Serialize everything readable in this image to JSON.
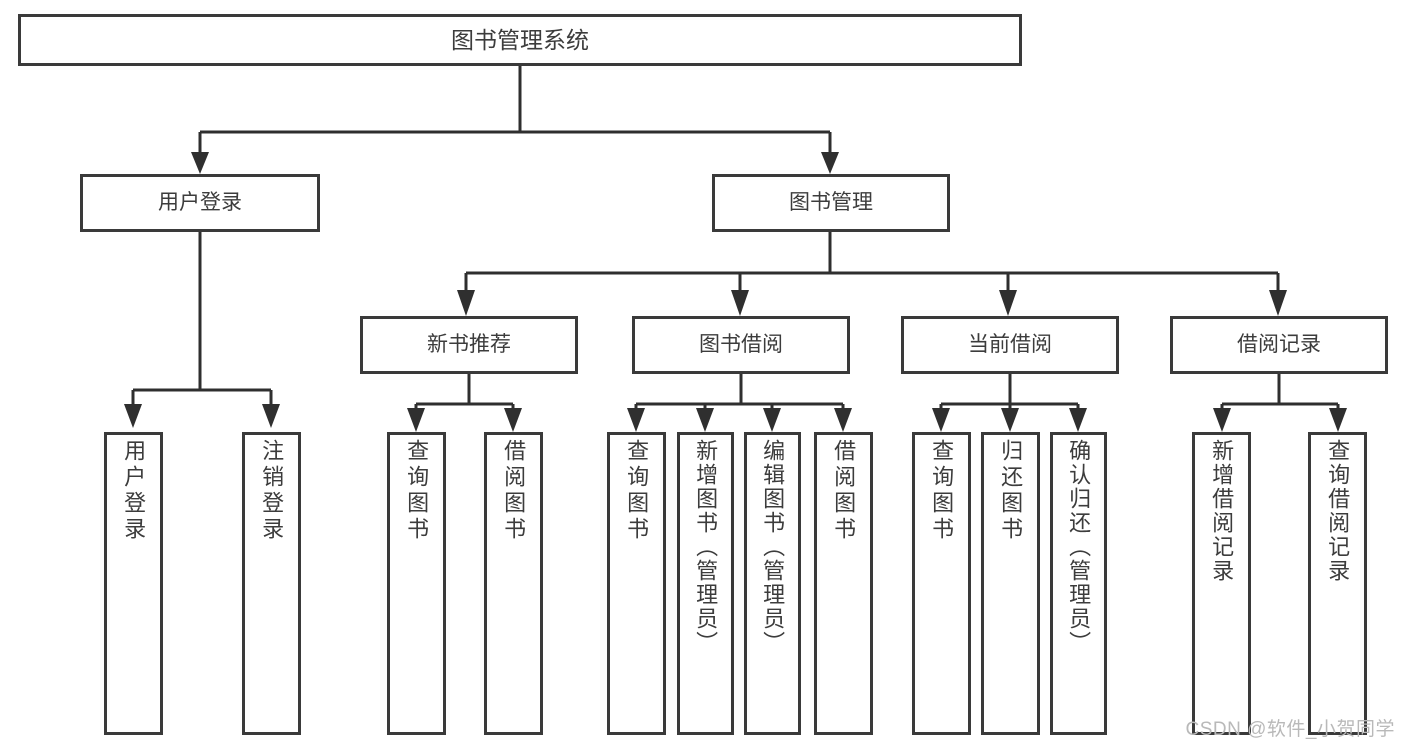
{
  "title": "图书管理系统",
  "diagram": {
    "type": "tree-hierarchy",
    "orientation": "top-down",
    "root": {
      "label": "图书管理系统"
    },
    "level1": [
      {
        "label": "用户登录"
      },
      {
        "label": "图书管理"
      }
    ],
    "level2": [
      {
        "label": "新书推荐"
      },
      {
        "label": "图书借阅"
      },
      {
        "label": "当前借阅"
      },
      {
        "label": "借阅记录"
      }
    ],
    "leaves": [
      {
        "label": "用户登录"
      },
      {
        "label": "注销登录"
      },
      {
        "label": "查询图书"
      },
      {
        "label": "借阅图书"
      },
      {
        "label": "查询图书"
      },
      {
        "label": "新增图书（管理员）"
      },
      {
        "label": "编辑图书（管理员）"
      },
      {
        "label": "借阅图书"
      },
      {
        "label": "查询图书"
      },
      {
        "label": "归还图书"
      },
      {
        "label": "确认归还（管理员）"
      },
      {
        "label": "新增借阅记录"
      },
      {
        "label": "查询借阅记录"
      }
    ]
  },
  "colors": {
    "stroke": "#3a3a3a",
    "connector": "#2f2f2f",
    "text": "#3c3c3c",
    "background": "#ffffff",
    "watermark": "#b9b9b9"
  },
  "watermark": {
    "text": "CSDN @软件_小贺同学"
  }
}
